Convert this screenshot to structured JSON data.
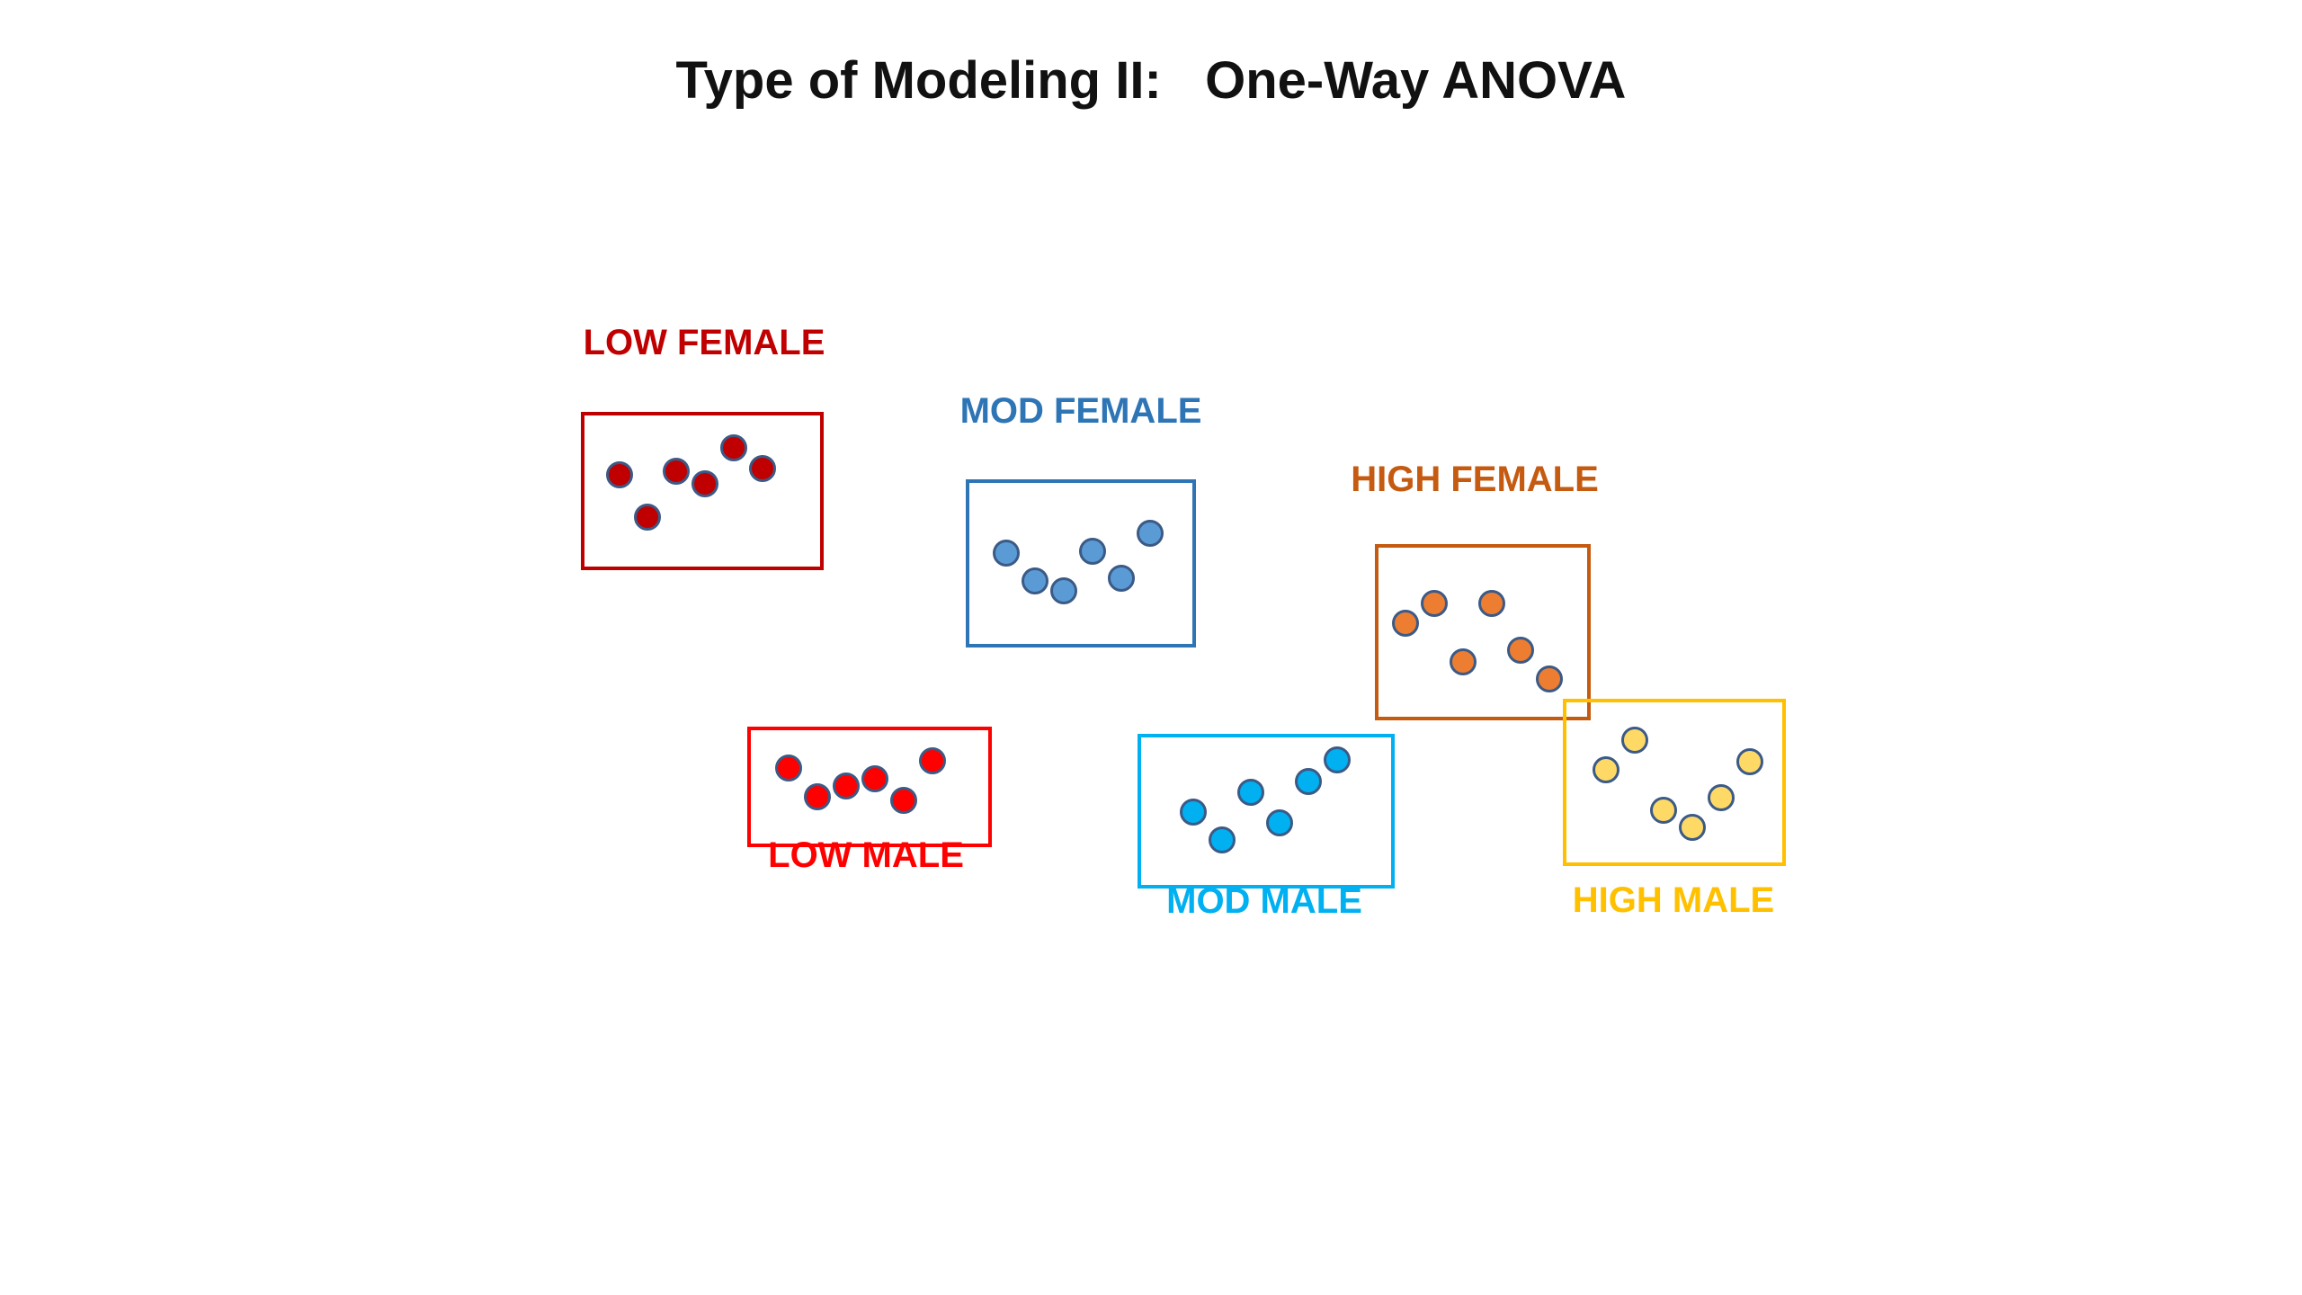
{
  "title": "Type of Modeling II:   One-Way ANOVA",
  "groups": [
    {
      "id": "low-female",
      "label": "LOW FEMALE",
      "color": "#c00000",
      "dot_color": "#c00000"
    },
    {
      "id": "mod-female",
      "label": "MOD FEMALE",
      "color": "#2e75b6",
      "dot_color": "#5b9bd5"
    },
    {
      "id": "high-female",
      "label": "HIGH FEMALE",
      "color": "#c55a11",
      "dot_color": "#ed7d31"
    },
    {
      "id": "low-male",
      "label": "LOW MALE",
      "color": "#ff0000",
      "dot_color": "#ff0000"
    },
    {
      "id": "mod-male",
      "label": "MOD MALE",
      "color": "#00b0f0",
      "dot_color": "#00b0f0"
    },
    {
      "id": "high-male",
      "label": "HIGH MALE",
      "color": "#ffc000",
      "dot_color": "#ffd966"
    }
  ]
}
